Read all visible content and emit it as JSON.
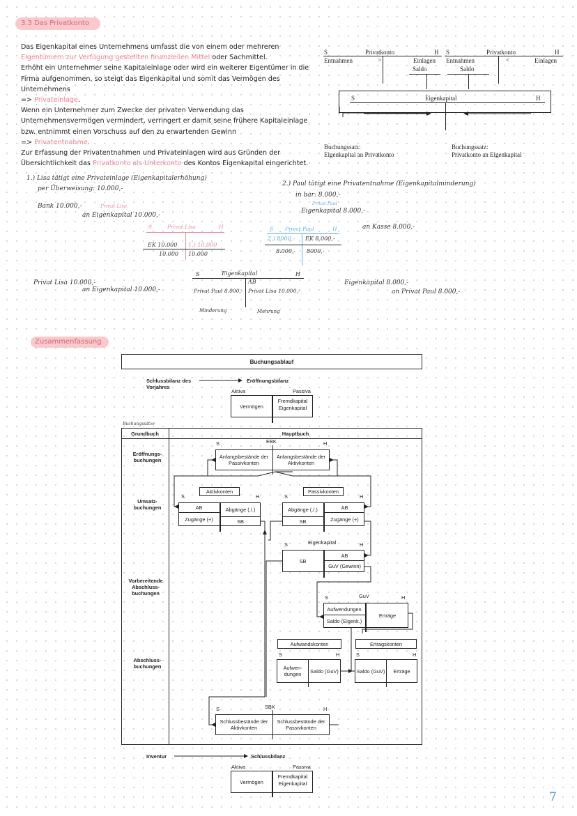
{
  "section_title": "3.3 Das Privatkonto",
  "intro": {
    "p1a": "Das Eigenkapital eines Unternehmens umfasst die von einem oder mehreren",
    "p1b_pink": "Eigentümern zur Verfügung gestellten finanziellen Mittel",
    "p1c": " oder Sachmittel.",
    "p2": "Erhöht ein Unternehmer seine Kapitaleinlage oder wird ein weiterer Eigentümer in die Firma aufgenommen, so steigt das Eigenkapital und somit das Vermögen des Unternehmens",
    "arrow1": "=> ",
    "term1": "Privateinlage",
    "p3": "Wenn ein Unternehmer zum Zwecke der privaten Verwendung das Unternehmensvermögen vermindert, verringert er damit seine frühere Kapitaleinlage bzw. entnimmt einen Vorschuss auf den zu erwartenden Gewinn",
    "arrow2": "=> ",
    "term2": "Privatentnahme",
    "p4a": "Zur Erfassung der Privatentnahmen und Privateinlagen wird aus Gründen der Übersichtlichkeit das ",
    "p4b_pink": "Privatkonto als Unterkonto",
    "p4c": " des Kontos Eigenkapital eingerichtet."
  },
  "taccounts": {
    "left": {
      "s": "S",
      "title": "Privatkonto",
      "h": "H",
      "debit": "Entnahmen",
      "arrow": ">",
      "credit1": "Einlagen",
      "credit2": "Saldo"
    },
    "right": {
      "s": "S",
      "title": "Privatkonto",
      "h": "H",
      "debit1": "Entnahmen",
      "debit2": "Saldo",
      "arrow": "<",
      "credit": "Einlagen"
    },
    "ek": {
      "s": "S",
      "title": "Eigenkapital",
      "h": "H"
    },
    "booking_left": {
      "label": "Buchungssatz:",
      "text": "Eigenkapital an Privatkonto"
    },
    "booking_right": {
      "label": "Buchungssatz:",
      "text": "Privatkonto an Eigenkapital"
    }
  },
  "notes": {
    "ex1_title": "1.) Lisa tätigt eine Privateinlage (Eigenkapitalerhöhung)",
    "ex1_line2": "per Überweisung: 10.000,-",
    "ex1_bank": "Bank 10.000,-",
    "ex1_bank_pink": "Privat Lisa",
    "ex1_an": "an Eigenkapital 10.000,-",
    "lisa_acc": {
      "s": "S",
      "title": "Privat Lisa",
      "h": "H",
      "l1": "EK 10.000",
      "r1": "1.) 10.000",
      "l2": "10.000",
      "r2": "10.000"
    },
    "ex2_title": "2.) Paul tätigt eine Privatentnahme (Eigenkapitalminderung)",
    "ex2_line2": "in bar: 8.000,-",
    "ex2_small": "Privat Paul",
    "ex2_ek": "Eigenkapital 8.000,-",
    "ex2_an": "an Kasse 8.000,-",
    "paul_acc": {
      "s": "S",
      "title": "Privat Paul",
      "h": "H",
      "l1": "2.) 8000,-",
      "r1": "EK 8.000,-",
      "l2": "8.000,-",
      "r2": "8000,-"
    },
    "ek_acc": {
      "s": "S",
      "title": "Eigenkapital",
      "h": "H",
      "ab": "AB",
      "l1": "Privat Paul 8.000,-",
      "r1": "Privat Lisa 10.000,-",
      "m": "Minderung",
      "p": "Mehrung"
    },
    "bottom_left1": "Privat Lisa 10.000,-",
    "bottom_left2": "an Eigenkapital 10.000,-",
    "bottom_right1": "Eigenkapital 8.000,-",
    "bottom_right2": "an Privat Paul 8.000,-"
  },
  "summary_title": "Zusammenfassung",
  "diagram": {
    "header": "Buchungsablauf",
    "schluss_vj": "Schlussbilanz des Vorjahres",
    "eroeff": "Eröffnungsbilanz",
    "aktiva": "Aktiva",
    "passiva": "Passiva",
    "vermoegen": "Vermögen",
    "fremd": "Fremdkapital",
    "eigen": "Eigenkapital",
    "small_note": "Buchungssätze",
    "grundbuch": "Grundbuch",
    "hauptbuch": "Hauptbuch",
    "row1": "Eröffnungs-buchungen",
    "row2": "Umsatz-buchungen",
    "row3": "Vorbereitende Abschluss-buchungen",
    "row4": "Abschluss-buchungen",
    "ebk": {
      "s": "S",
      "title": "EBK",
      "h": "H",
      "l": "Anfangsbestände der Passivkonten",
      "r": "Anfangsbestände der Aktivkonten"
    },
    "aktivkonten": {
      "title": "Aktivkonten",
      "s": "S",
      "h": "H",
      "ab": "AB",
      "abg": "Abgänge (./.)",
      "zug": "Zugänge (+)",
      "sb": "SB"
    },
    "passivkonten": {
      "title": "Passivkonten",
      "s": "S",
      "h": "H",
      "ab": "AB",
      "abg": "Abgänge (./.)",
      "zug": "Zugänge (+)",
      "sb": "SB"
    },
    "eigenkapital": {
      "title": "Eigenkapital",
      "s": "S",
      "h": "H",
      "sb": "SB",
      "ab": "AB",
      "guv": "GuV (Gewinn)"
    },
    "guv": {
      "title": "GuV",
      "s": "S",
      "h": "H",
      "aufw": "Aufwendungen",
      "saldo": "Saldo (Eigenk.)",
      "ertr": "Erträge"
    },
    "aufwandskonten": {
      "title": "Aufwandskonten",
      "s": "S",
      "h": "H",
      "l": "Aufwen-dungen",
      "r": "Saldo (GuV)"
    },
    "ertragskonten": {
      "title": "Ertragskonten",
      "s": "S",
      "h": "H",
      "l": "Saldo (GuV)",
      "r": "Erträge"
    },
    "sbk": {
      "s": "S",
      "title": "SBK",
      "h": "H",
      "l": "Schlussbestände der Aktivkonten",
      "r": "Schlussbestände der Passivkonten"
    },
    "inventur": "Inventur",
    "schlussbilanz": "Schlussbilanz"
  },
  "page_number": "7"
}
